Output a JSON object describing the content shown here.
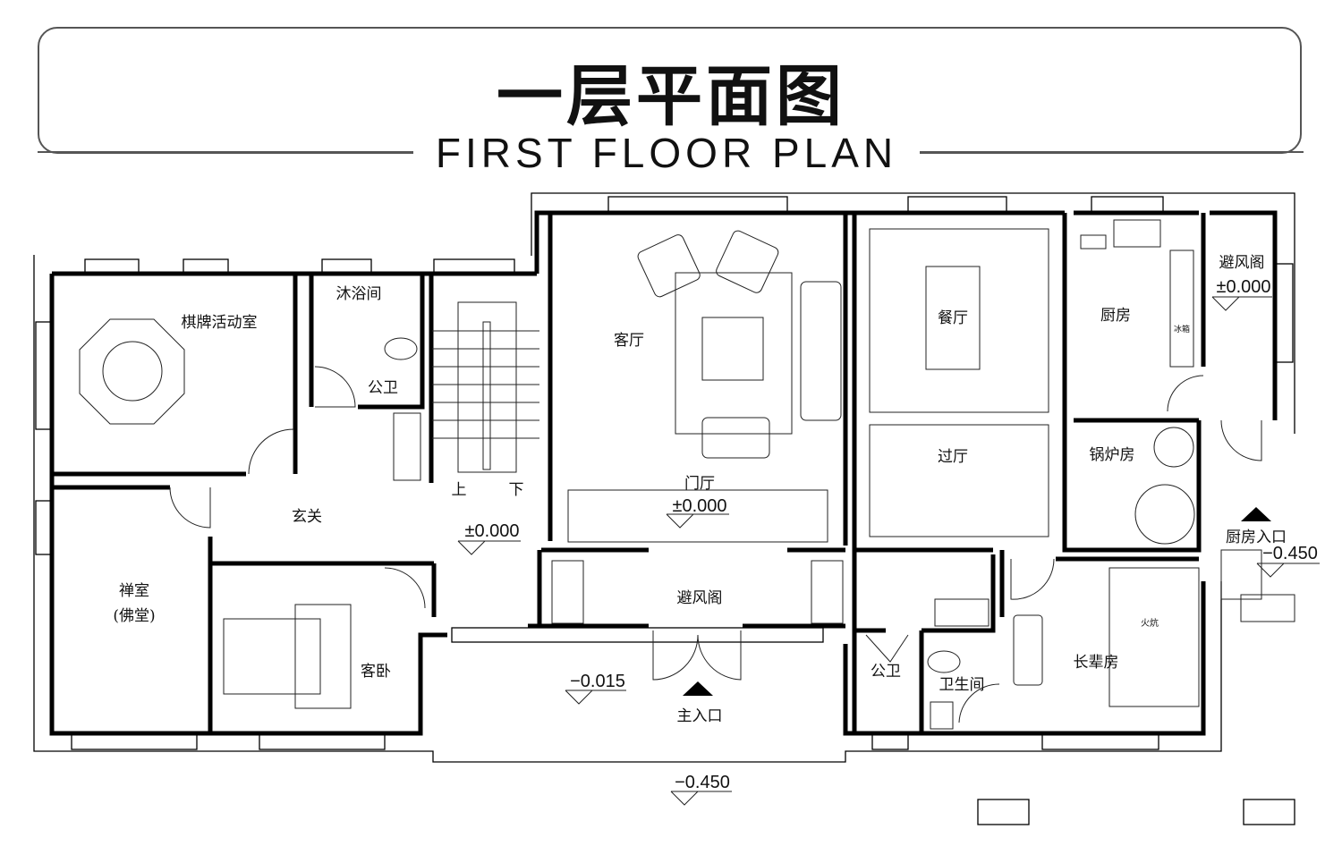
{
  "header": {
    "title_cn": "一层平面图",
    "title_en": "FIRST FLOOR PLAN"
  },
  "rooms": {
    "chess_room": "棋牌活动室",
    "shower": "沐浴间",
    "public_wc_left": "公卫",
    "stairs_up": "上",
    "stairs_down": "下",
    "foyer": "玄关",
    "zen_room": "禅室",
    "buddha_hall": "(佛堂)",
    "guest_bedroom": "客卧",
    "living_room": "客厅",
    "entrance_hall": "门厅",
    "windbreak_center": "避风阁",
    "main_entrance": "主入口",
    "dining_room": "餐厅",
    "hallway": "过厅",
    "kitchen": "厨房",
    "windbreak_right": "避风阁",
    "fridge": "冰箱",
    "boiler_room": "锅炉房",
    "kitchen_entrance": "厨房入口",
    "public_wc_right": "公卫",
    "bathroom": "卫生间",
    "elder_room": "长辈房",
    "kang_bed": "火炕"
  },
  "levels": {
    "foyer": "±0.000",
    "entrance_hall": "±0.000",
    "windbreak_right": "±0.000",
    "porch": "−0.015",
    "kitchen_entrance": "−0.450",
    "ground": "−0.450"
  }
}
